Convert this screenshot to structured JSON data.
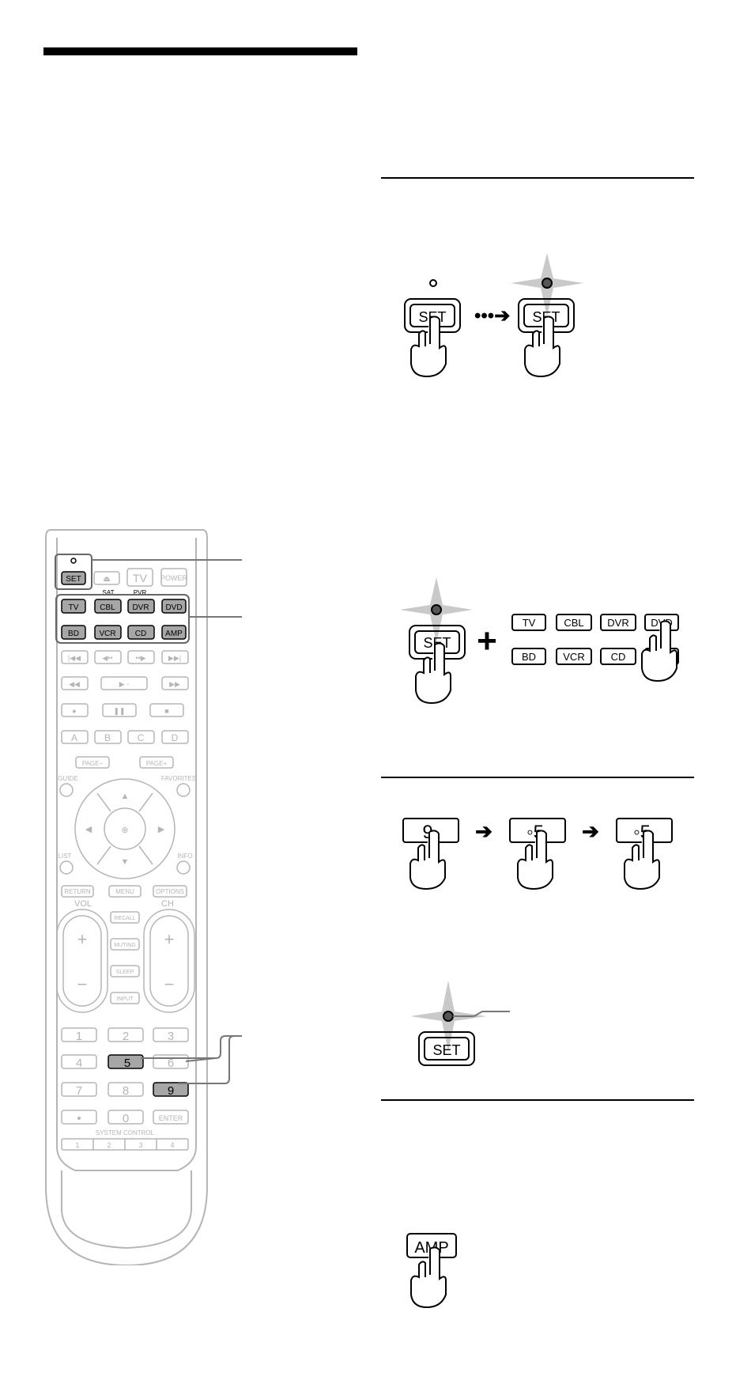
{
  "remote": {
    "top_row": [
      "SET",
      "TV",
      "POWER"
    ],
    "sub_labels": [
      "SAT",
      "PVR"
    ],
    "input_row1": [
      "TV",
      "CBL",
      "DVR",
      "DVD"
    ],
    "input_row2": [
      "BD",
      "VCR",
      "CD",
      "AMP"
    ],
    "abcd": [
      "A",
      "B",
      "C",
      "D"
    ],
    "page_minus": "PAGE−",
    "page_plus": "PAGE+",
    "guide": "GUIDE",
    "favorites": "FAVORITES",
    "list": "LIST",
    "info": "INFO",
    "return": "RETURN",
    "menu": "MENU",
    "options": "OPTIONS",
    "vol": "VOL",
    "ch": "CH",
    "recall": "RECALL",
    "muting": "MUTING",
    "sleep": "SLEEP",
    "input": "INPUT",
    "num_row1": [
      "1",
      "2",
      "3"
    ],
    "num_row2": [
      "4",
      "5",
      "6"
    ],
    "num_row3": [
      "7",
      "8",
      "9"
    ],
    "num_row4": [
      "•",
      "0",
      "ENTER"
    ],
    "system_control": "SYSTEM CONTROL",
    "sys_buttons": [
      "1",
      "2",
      "3",
      "4"
    ]
  },
  "steps": {
    "step1": {
      "set_label": "SET"
    },
    "step2": {
      "set_label": "SET",
      "row1": [
        "TV",
        "CBL",
        "DVR",
        "DVD"
      ],
      "row2": [
        "BD",
        "VCR",
        "CD",
        "A"
      ]
    },
    "step3": {
      "keys": [
        "9",
        "◦5",
        "◦5"
      ],
      "set_label": "SET"
    },
    "step4": {
      "amp_label": "AMP"
    }
  },
  "colors": {
    "highlight": "#a6a6a6",
    "remote_outline": "#b5b5b5",
    "flash": "#c9c9c9"
  }
}
